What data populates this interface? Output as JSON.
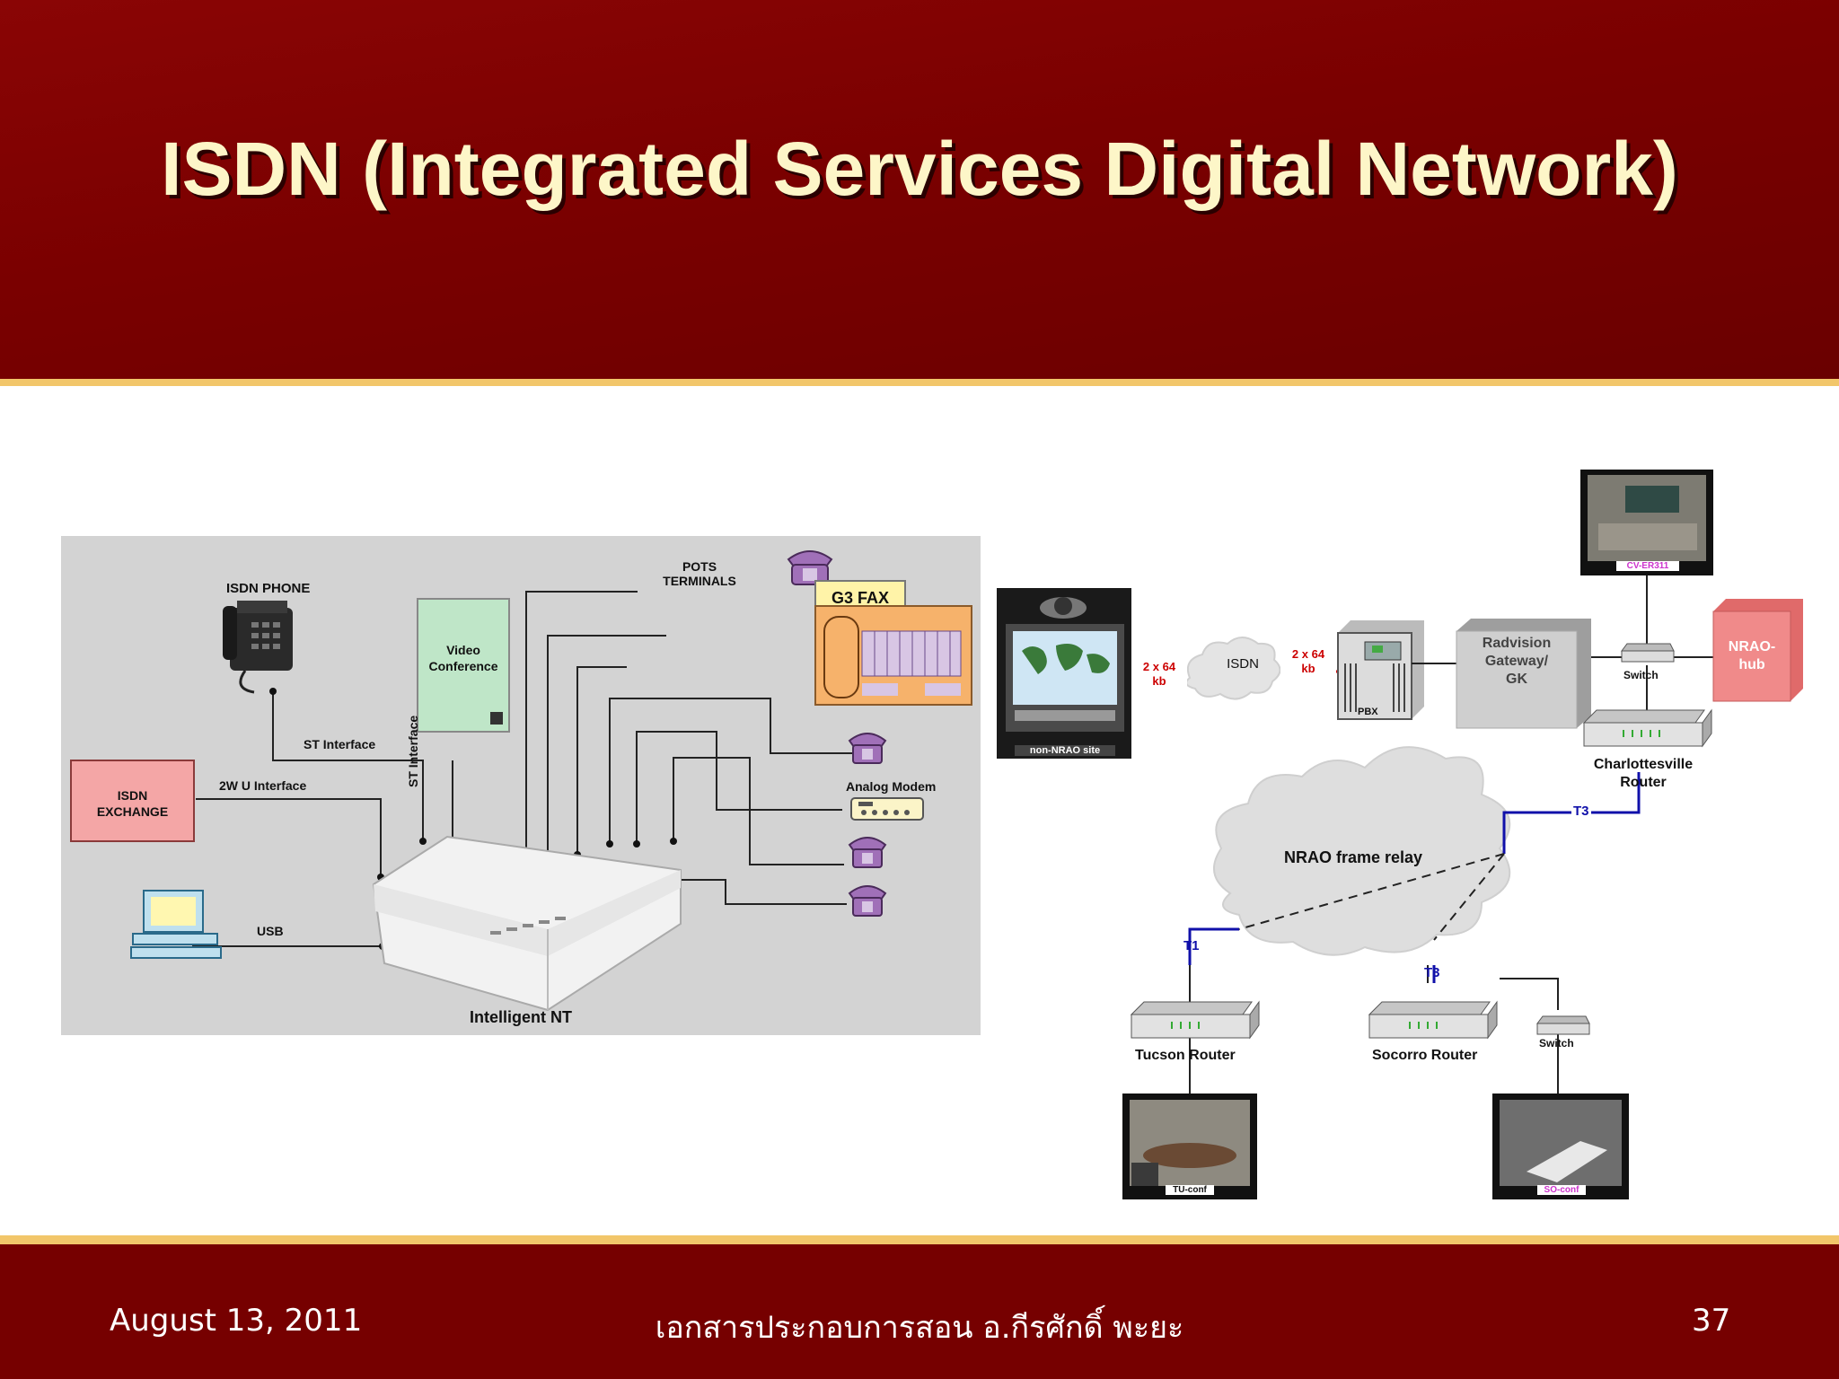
{
  "slide": {
    "title": "ISDN (Integrated Services Digital Network)",
    "date": "August 13, 2011",
    "footer_text": "เอกสารประกอบการสอน อ.กีรศักดิ์ พะยะ",
    "page_number": "37"
  },
  "left_diagram": {
    "isdn_phone": "ISDN PHONE",
    "video_conf": [
      "Video",
      "Conference"
    ],
    "pots": [
      "POTS",
      "TERMINALS"
    ],
    "g3_fax": "G3 FAX",
    "st_interface": "ST Interface",
    "st_interface_v": "ST Interface",
    "isdn_exchange": [
      "ISDN",
      "EXCHANGE"
    ],
    "u_interface": "2W U Interface",
    "analog_modem": "Analog Modem",
    "usb": "USB",
    "nt": "Intelligent NT"
  },
  "right_diagram": {
    "non_nrao": "non-NRAO site",
    "rate_left": [
      "2 x 64",
      "kb"
    ],
    "isdn": "ISDN",
    "rate_right": [
      "2 x 64",
      "kb"
    ],
    "pbx": "PBX",
    "radvision": [
      "Radvision",
      "Gateway/",
      "GK"
    ],
    "cv_label": "CV-ER311",
    "switch_top": "Switch",
    "nrao_hub": [
      "NRAO-",
      "hub"
    ],
    "charlottesville": [
      "Charlottesville",
      "Router"
    ],
    "t3_top": "T3",
    "frame_relay": "NRAO frame relay",
    "t1": "T1",
    "t3_bottom": "T3",
    "tucson": "Tucson Router",
    "socorro": "Socorro Router",
    "switch_bottom": "Switch",
    "tu_conf": "TU-conf",
    "so_conf": "SO-conf"
  },
  "colors": {
    "header": "#7a0000",
    "accent_line": "#f2c66a",
    "title_text": "#fdf6c8",
    "link_red": "#cc0000",
    "link_blue": "#1010aa",
    "conf_label_magenta": "#cc33cc"
  }
}
